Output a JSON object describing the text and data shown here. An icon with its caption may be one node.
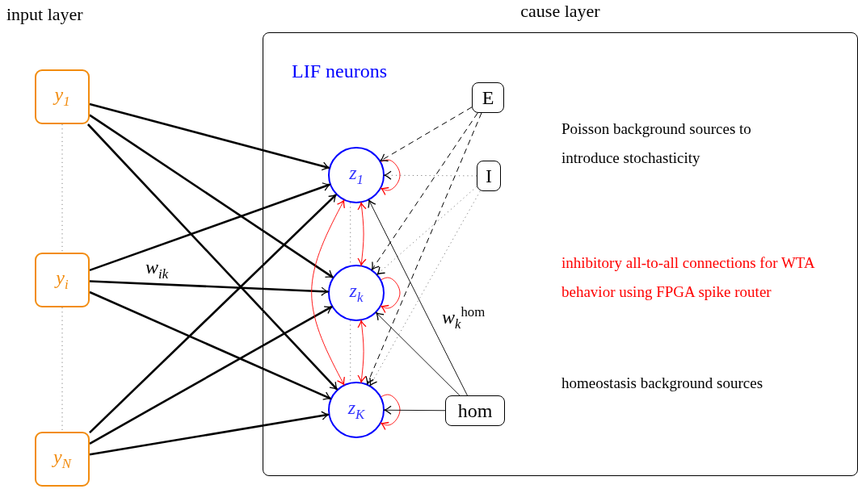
{
  "diagram": {
    "nodes": [
      {
        "text": [
          "cause layer"
        ]
      },
      {
        "text": [
          "y$_{1}$"
        ]
      },
      {
        "text": [
          "y$_{i}$"
        ]
      },
      {
        "text": [
          "y$_{N}$"
        ]
      },
      {
        "text": [
          "z$_{1}$"
        ],
        "in": 0
      },
      {
        "text": [
          "z$_{k}$"
        ],
        "in": 0
      },
      {
        "text": [
          "z$_{K}$"
        ],
        "in": 0
      },
      {
        "text": [
          "E"
        ],
        "in": 0
      },
      {
        "text": [
          "I"
        ],
        "in": 0
      },
      {
        "text": [
          "hom"
        ],
        "in": 0
      }
    ],
    "edges": [
      {
        "from": 1,
        "to": 2,
        "arrow": "none",
        "style": "dashed",
        "color": "#808080"
      },
      {
        "from": 2,
        "to": 3,
        "arrow": "none",
        "style": "dashed",
        "color": "#808080"
      },
      {
        "from": 1,
        "to": 4,
        "arrow": "to",
        "style": "thick"
      },
      {
        "from": 1,
        "to": 5,
        "arrow": "to",
        "style": "thick"
      },
      {
        "from": 1,
        "to": 6,
        "arrow": "to",
        "style": "thick"
      },
      {
        "from": 2,
        "to": 4,
        "arrow": "to",
        "style": "thick"
      },
      {
        "from": 2,
        "to": 5,
        "arrow": "to",
        "style": "thick"
      },
      {
        "from": 2,
        "to": 6,
        "arrow": "to",
        "style": "thick"
      },
      {
        "from": 3,
        "to": 4,
        "arrow": "to",
        "style": "thick"
      },
      {
        "from": 3,
        "to": 5,
        "arrow": "to",
        "style": "thick"
      },
      {
        "from": 3,
        "to": 6,
        "arrow": "to",
        "style": "thick"
      },
      {
        "from": 4,
        "to": 5,
        "arrow": "none",
        "style": "dashed",
        "color": "#808080"
      },
      {
        "from": 5,
        "to": 6,
        "arrow": "none",
        "style": "dashed",
        "color": "#808080"
      },
      {
        "from": 4,
        "to": 5,
        "arrow": "both",
        "color": "#ff0000"
      },
      {
        "from": 5,
        "to": 6,
        "arrow": "both",
        "color": "#ff0000"
      },
      {
        "from": 4,
        "to": 6,
        "arrow": "both",
        "color": "#ff0000"
      },
      {
        "from": 4,
        "to": 4,
        "arrow": "to",
        "color": "#ff0000"
      },
      {
        "from": 5,
        "to": 5,
        "arrow": "to",
        "color": "#ff0000"
      },
      {
        "from": 6,
        "to": 6,
        "arrow": "to",
        "color": "#ff0000"
      },
      {
        "from": 7,
        "to": 4,
        "arrow": "to",
        "style": "dashed"
      },
      {
        "from": 7,
        "to": 5,
        "arrow": "to",
        "style": "dashed"
      },
      {
        "from": 7,
        "to": 6,
        "arrow": "to",
        "style": "dashed"
      },
      {
        "from": 8,
        "to": 4,
        "arrow": "to",
        "style": "dashed",
        "color": "#808080"
      },
      {
        "from": 8,
        "to": 5,
        "arrow": "to",
        "style": "dashed",
        "color": "#808080"
      },
      {
        "from": 8,
        "to": 6,
        "arrow": "to",
        "style": "dashed",
        "color": "#808080"
      },
      {
        "from": 9,
        "to": 4,
        "arrow": "to"
      },
      {
        "from": 9,
        "to": 5,
        "arrow": "to"
      },
      {
        "from": 9,
        "to": 6,
        "arrow": "to"
      }
    ],
    "labels": [
      "input layer",
      "LIF neurons",
      "Poisson background sources to introduce stochasticity",
      "inhibitory all-to-all connections for WTA behavior using FPGA spike router",
      "homeostasis background sources",
      "w$_{ik}$",
      "w$_{k}$$^{hom}$"
    ]
  }
}
